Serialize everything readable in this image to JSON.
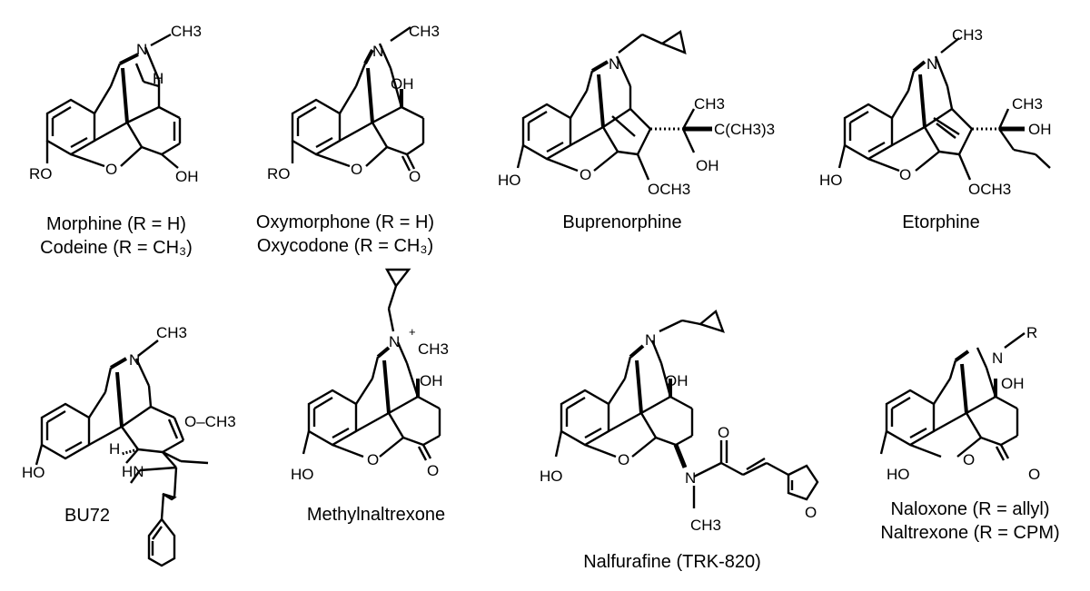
{
  "compounds": [
    {
      "key": "morphine-codeine",
      "caption": [
        "Morphine (R = H)",
        "Codeine (R = CH₃)"
      ],
      "atoms": {
        "methyl": "CH3",
        "n": "N",
        "h": "H",
        "o": "O",
        "oh": "OH",
        "ro": "RO"
      }
    },
    {
      "key": "oxymorphone-oxycodone",
      "caption": [
        "Oxymorphone (R = H)",
        "Oxycodone (R = CH₃)"
      ],
      "atoms": {
        "methyl": "CH3",
        "n": "N",
        "oh": "OH",
        "o": "O",
        "ketone": "O",
        "ro": "RO"
      }
    },
    {
      "key": "buprenorphine",
      "caption": [
        "Buprenorphine"
      ],
      "atoms": {
        "n": "N",
        "ho": "HO",
        "o": "O",
        "ch3": "CH3",
        "tbu": "C(CH3)3",
        "oh": "OH",
        "och3": "OCH3"
      }
    },
    {
      "key": "etorphine",
      "caption": [
        "Etorphine"
      ],
      "atoms": {
        "methyl": "CH3",
        "n": "N",
        "ho": "HO",
        "o": "O",
        "ch3": "CH3",
        "oh": "OH",
        "och3": "OCH3"
      }
    },
    {
      "key": "bu72",
      "caption": [
        "BU72"
      ],
      "atoms": {
        "methyl": "CH3",
        "n": "N",
        "ho": "HO",
        "h": "H",
        "hn": "HN",
        "och3": "O–CH3"
      }
    },
    {
      "key": "methylnaltrexone",
      "caption": [
        "Methylnaltrexone"
      ],
      "atoms": {
        "n": "N",
        "plus": "+",
        "ch3": "CH3",
        "oh": "OH",
        "ho": "HO",
        "o": "O",
        "ketone": "O"
      }
    },
    {
      "key": "nalfurafine",
      "caption": [
        "Nalfurafine (TRK-820)"
      ],
      "atoms": {
        "n": "N",
        "oh": "OH",
        "ho": "HO",
        "o": "O",
        "amideN": "N",
        "amideO": "O",
        "ch3": "CH3",
        "furanO": "O"
      }
    },
    {
      "key": "naloxone-naltrexone",
      "caption": [
        "Naloxone (R = allyl)",
        "Naltrexone (R = CPM)"
      ],
      "atoms": {
        "r": "R",
        "n": "N",
        "oh": "OH",
        "ho": "HO",
        "o": "O",
        "ketone": "O"
      }
    }
  ]
}
